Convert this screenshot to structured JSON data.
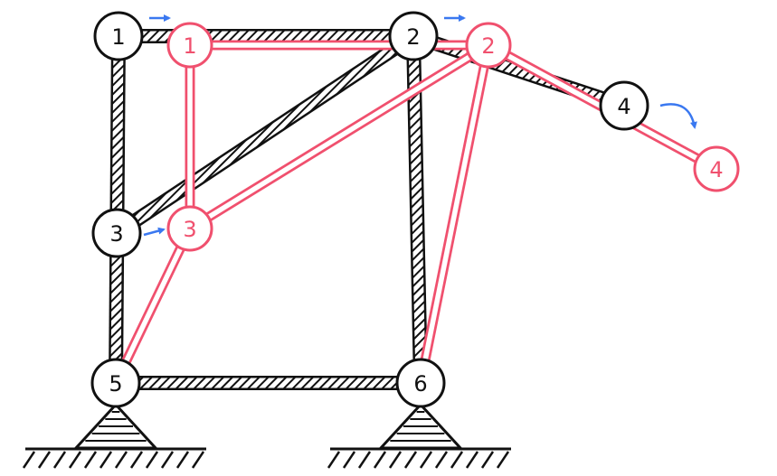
{
  "colors": {
    "original": "#111111",
    "deformed": "#f0506e",
    "arrow": "#3a78f0",
    "background": "#ffffff"
  },
  "original_nodes": [
    {
      "id": "1",
      "label": "1"
    },
    {
      "id": "2",
      "label": "2"
    },
    {
      "id": "3",
      "label": "3"
    },
    {
      "id": "4",
      "label": "4"
    },
    {
      "id": "5",
      "label": "5"
    },
    {
      "id": "6",
      "label": "6"
    }
  ],
  "deformed_nodes": [
    {
      "id": "1",
      "label": "1"
    },
    {
      "id": "2",
      "label": "2"
    },
    {
      "id": "3",
      "label": "3"
    },
    {
      "id": "4",
      "label": "4"
    }
  ],
  "original_members": [
    [
      "1",
      "2"
    ],
    [
      "1",
      "5"
    ],
    [
      "2",
      "6"
    ],
    [
      "3",
      "2"
    ],
    [
      "5",
      "6"
    ],
    [
      "2",
      "4"
    ]
  ],
  "deformed_members": [
    [
      "1",
      "2"
    ],
    [
      "1",
      "3"
    ],
    [
      "3",
      "2"
    ],
    [
      "3",
      "5"
    ],
    [
      "2",
      "6"
    ],
    [
      "2",
      "4"
    ]
  ],
  "supports": [
    "5",
    "6"
  ],
  "displacement_arrows": [
    {
      "at": "1",
      "kind": "straight"
    },
    {
      "at": "2",
      "kind": "straight"
    },
    {
      "at": "3",
      "kind": "straight"
    },
    {
      "at": "4",
      "kind": "rotation"
    }
  ]
}
